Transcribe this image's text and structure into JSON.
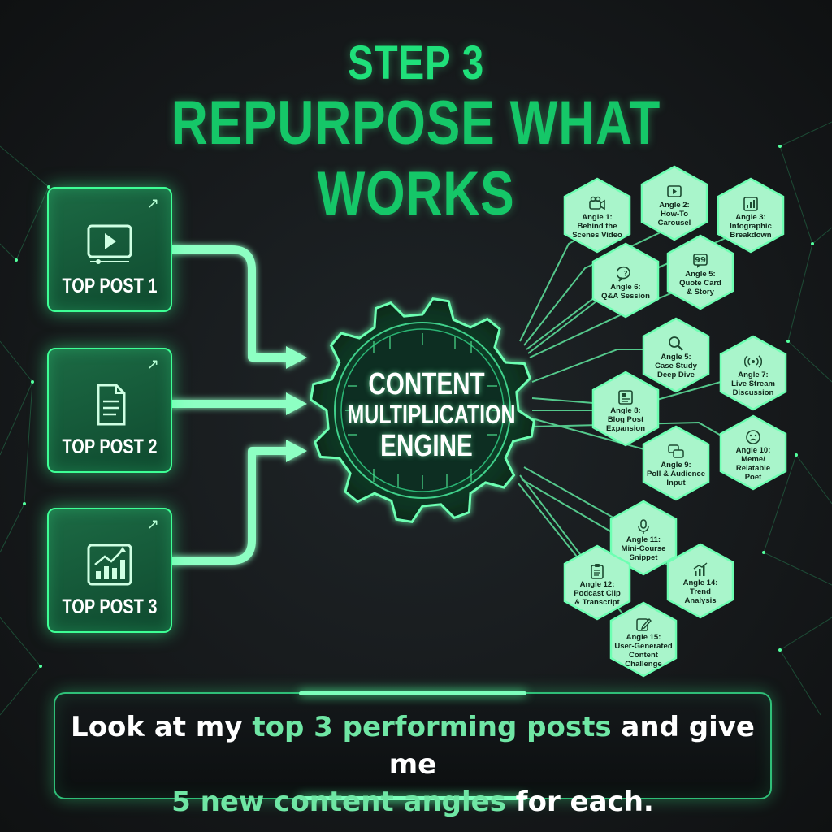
{
  "title": {
    "step": "STEP 3",
    "main": "REPURPOSE WHAT WORKS"
  },
  "posts": [
    {
      "label": "TOP POST 1",
      "icon": "video-player-icon"
    },
    {
      "label": "TOP POST 2",
      "icon": "document-icon"
    },
    {
      "label": "TOP POST 3",
      "icon": "bar-chart-icon"
    }
  ],
  "engine": {
    "line1": "CONTENT",
    "line2": "MULTIPLICATION",
    "line3": "ENGINE"
  },
  "angles": [
    {
      "label": "Angle 1:\nBehind the\nScenes Video",
      "icon": "video-camera-icon"
    },
    {
      "label": "Angle 2:\nHow-To\nCarousel",
      "icon": "play-screen-icon"
    },
    {
      "label": "Angle 3:\nInfographic\nBreakdown",
      "icon": "infographic-icon"
    },
    {
      "label": "Angle 6:\nQ&A Session",
      "icon": "question-bubble-icon"
    },
    {
      "label": "Angle 5:\nQuote Card\n& Story",
      "icon": "quote-icon"
    },
    {
      "label": "Angle 5:\nCase Study\nDeep Dive",
      "icon": "magnifier-icon"
    },
    {
      "label": "Angle 7:\nLive Stream\nDiscussion",
      "icon": "broadcast-icon"
    },
    {
      "label": "Angle 8:\nBlog Post\nExpansion",
      "icon": "blog-icon"
    },
    {
      "label": "Angle 9:\nPoll & Audience\nInput",
      "icon": "chat-bubbles-icon"
    },
    {
      "label": "Angle 10:\nMeme/\nRelatable\nPoet",
      "icon": "sad-face-icon"
    },
    {
      "label": "Angle 11:\nMini-Course\nSnippet",
      "icon": "microphone-icon"
    },
    {
      "label": "Angle 12:\nPodcast Clip\n& Transcript",
      "icon": "clipboard-icon"
    },
    {
      "label": "Angle 14:\nTrend\nAnalysis",
      "icon": "trend-chart-icon"
    },
    {
      "label": "Angle 15:\nUser-Generated\nContent\nChallenge",
      "icon": "edit-icon"
    }
  ],
  "prompt": {
    "part1": "Look at my ",
    "highlight1": "top 3 performing posts",
    "part2": " and give me ",
    "highlight2": "5 new content angles",
    "part3": " for each."
  },
  "colors": {
    "accent": "#1fe07a",
    "hex_fill": "#a9f5cb",
    "card_border": "#3dff95",
    "text_highlight": "#6fe6a4"
  }
}
